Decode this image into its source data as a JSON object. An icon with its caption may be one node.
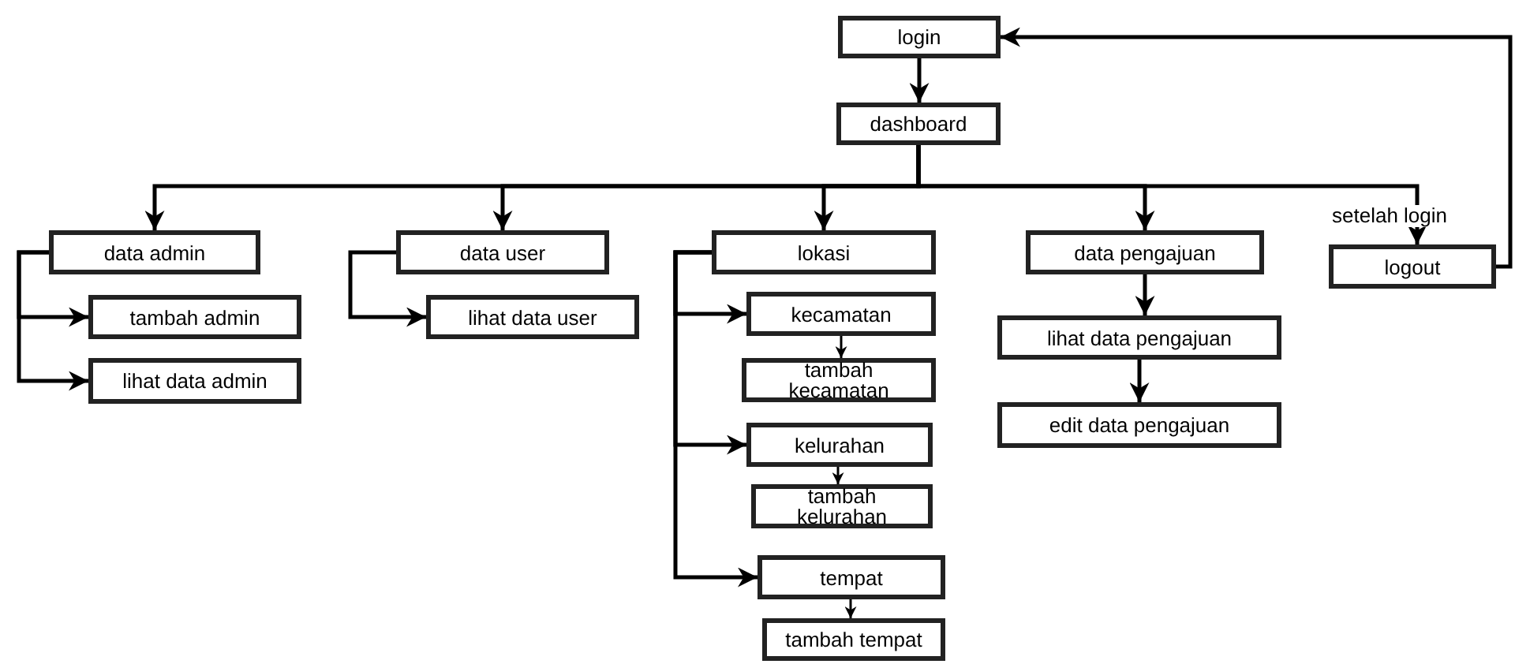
{
  "diagram": {
    "nodes": [
      {
        "text": [
          "login"
        ]
      },
      {
        "text": [
          "dashboard"
        ]
      },
      {
        "text": [
          "data admin"
        ]
      },
      {
        "text": [
          "tambah admin"
        ]
      },
      {
        "text": [
          "lihat data admin"
        ]
      },
      {
        "text": [
          "data user"
        ]
      },
      {
        "text": [
          "lihat data user"
        ]
      },
      {
        "text": [
          "lokasi"
        ]
      },
      {
        "text": [
          "kecamatan"
        ]
      },
      {
        "text": [
          "tambah kecamatan"
        ]
      },
      {
        "text": [
          "kelurahan"
        ]
      },
      {
        "text": [
          "tambah kelurahan"
        ]
      },
      {
        "text": [
          "tempat"
        ]
      },
      {
        "text": [
          "tambah tempat"
        ]
      },
      {
        "text": [
          "data pengajuan"
        ]
      },
      {
        "text": [
          "lihat data pengajuan"
        ]
      },
      {
        "text": [
          "edit data pengajuan"
        ]
      },
      {
        "text": [
          "logout"
        ]
      }
    ],
    "edges": [
      {
        "from": 0,
        "to": 1,
        "arrow": "to"
      },
      {
        "from": 1,
        "to": 2,
        "arrow": "to"
      },
      {
        "from": 1,
        "to": 5,
        "arrow": "to"
      },
      {
        "from": 1,
        "to": 7,
        "arrow": "to"
      },
      {
        "from": 1,
        "to": 14,
        "arrow": "to"
      },
      {
        "from": 1,
        "to": 17,
        "label": "setelah login",
        "arrow": "to"
      },
      {
        "from": 2,
        "to": 3,
        "arrow": "to"
      },
      {
        "from": 2,
        "to": 4,
        "arrow": "to"
      },
      {
        "from": 5,
        "to": 6,
        "arrow": "to"
      },
      {
        "from": 7,
        "to": 8,
        "arrow": "to"
      },
      {
        "from": 7,
        "to": 10,
        "arrow": "to"
      },
      {
        "from": 7,
        "to": 12,
        "arrow": "to"
      },
      {
        "from": 8,
        "to": 9,
        "arrow": "to"
      },
      {
        "from": 10,
        "to": 11,
        "arrow": "to"
      },
      {
        "from": 12,
        "to": 13,
        "arrow": "to"
      },
      {
        "from": 14,
        "to": 15,
        "arrow": "to"
      },
      {
        "from": 15,
        "to": 16,
        "arrow": "to"
      },
      {
        "from": 17,
        "to": 0,
        "arrow": "to"
      }
    ]
  }
}
